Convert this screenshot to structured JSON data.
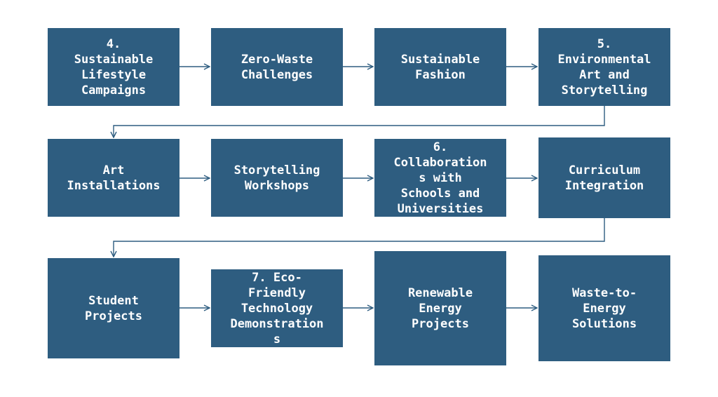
{
  "colors": {
    "node_fill": "#2e5d80",
    "node_text": "#ffffff",
    "connector": "#2e5d80",
    "background": "#ffffff"
  },
  "nodes": [
    {
      "id": "n1",
      "label": "4.\nSustainable\nLifestyle\nCampaigns"
    },
    {
      "id": "n2",
      "label": "Zero-Waste\nChallenges"
    },
    {
      "id": "n3",
      "label": "Sustainable\nFashion"
    },
    {
      "id": "n4",
      "label": "5.\nEnvironmental\nArt and\nStorytelling"
    },
    {
      "id": "n5",
      "label": "Art\nInstallations"
    },
    {
      "id": "n6",
      "label": "Storytelling\nWorkshops"
    },
    {
      "id": "n7",
      "label": "6.\nCollaboration\ns with\nSchools and\nUniversities"
    },
    {
      "id": "n8",
      "label": "Curriculum\nIntegration"
    },
    {
      "id": "n9",
      "label": "Student\nProjects"
    },
    {
      "id": "n10",
      "label": "7. Eco-\nFriendly\nTechnology\nDemonstration\ns"
    },
    {
      "id": "n11",
      "label": "Renewable\nEnergy\nProjects"
    },
    {
      "id": "n12",
      "label": "Waste-to-\nEnergy\nSolutions"
    }
  ],
  "edges": [
    {
      "from": "n1",
      "to": "n2"
    },
    {
      "from": "n2",
      "to": "n3"
    },
    {
      "from": "n3",
      "to": "n4"
    },
    {
      "from": "n4",
      "to": "n5"
    },
    {
      "from": "n5",
      "to": "n6"
    },
    {
      "from": "n6",
      "to": "n7"
    },
    {
      "from": "n7",
      "to": "n8"
    },
    {
      "from": "n8",
      "to": "n9"
    },
    {
      "from": "n9",
      "to": "n10"
    },
    {
      "from": "n10",
      "to": "n11"
    },
    {
      "from": "n11",
      "to": "n12"
    }
  ]
}
